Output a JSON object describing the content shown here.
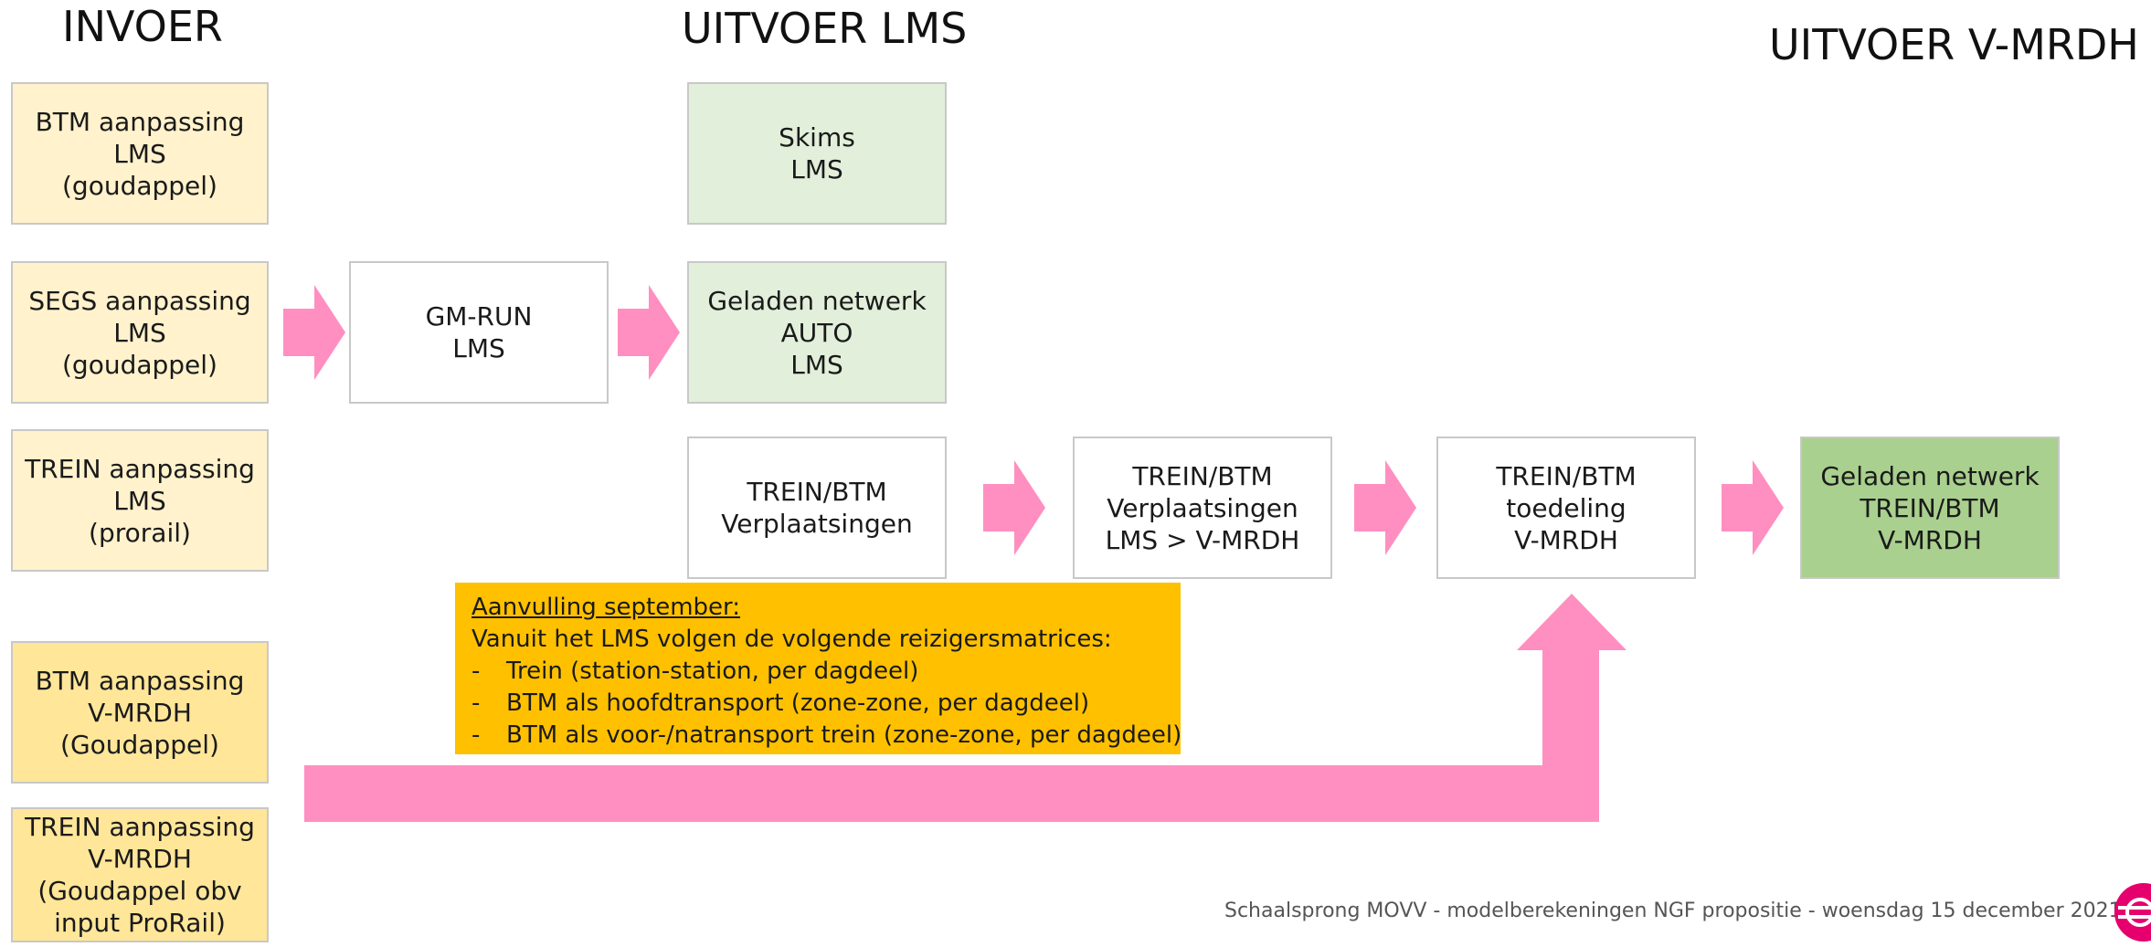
{
  "headings": {
    "invoer": "INVOER",
    "uitvoer_lms": "UITVOER LMS",
    "uitvoer_vmrdh": "UITVOER V-MRDH"
  },
  "inputs": [
    {
      "lines": [
        "BTM aanpassing",
        "LMS",
        "(goudappel)"
      ]
    },
    {
      "lines": [
        "SEGS aanpassing",
        "LMS",
        "(goudappel)"
      ]
    },
    {
      "lines": [
        "TREIN aanpassing",
        "LMS",
        "(prorail)"
      ]
    },
    {
      "lines": [
        "BTM aanpassing",
        "V-MRDH",
        "(Goudappel)"
      ]
    },
    {
      "lines": [
        "TREIN aanpassing",
        "V-MRDH",
        "(Goudappel obv",
        "input ProRail)"
      ]
    }
  ],
  "gm_run": {
    "lines": [
      "GM-RUN",
      "LMS"
    ]
  },
  "lms_outputs": [
    {
      "lines": [
        "Skims",
        "LMS"
      ]
    },
    {
      "lines": [
        "Geladen netwerk",
        "AUTO",
        "LMS"
      ]
    },
    {
      "lines": [
        "TREIN/BTM",
        "Verplaatsingen"
      ]
    }
  ],
  "chain": [
    {
      "lines": [
        "TREIN/BTM",
        "Verplaatsingen",
        "LMS > V-MRDH"
      ]
    },
    {
      "lines": [
        "TREIN/BTM",
        "toedeling",
        "V-MRDH"
      ]
    }
  ],
  "final_output": {
    "lines": [
      "Geladen netwerk",
      "TREIN/BTM",
      "V-MRDH"
    ]
  },
  "note": {
    "title": "Aanvulling september:",
    "intro": "Vanuit het LMS volgen de volgende reizigersmatrices:",
    "items": [
      "Trein (station-station, per dagdeel)",
      "BTM als hoofdtransport (zone-zone, per dagdeel)",
      "BTM als voor-/natransport trein (zone-zone, per dagdeel)"
    ]
  },
  "footer": "Schaalsprong MOVV - modelberekeningen NGF propositie  -  woensdag 15 december 2021",
  "colors": {
    "arrow": "#ff8fc0",
    "input_box_lms": "#fff2cc",
    "input_box_vmrdh": "#ffe699",
    "output_box_lms": "#e2efda",
    "output_box_vmrdh": "#a9d08e",
    "note_background": "#ffc000",
    "logo": "#e6006e"
  }
}
